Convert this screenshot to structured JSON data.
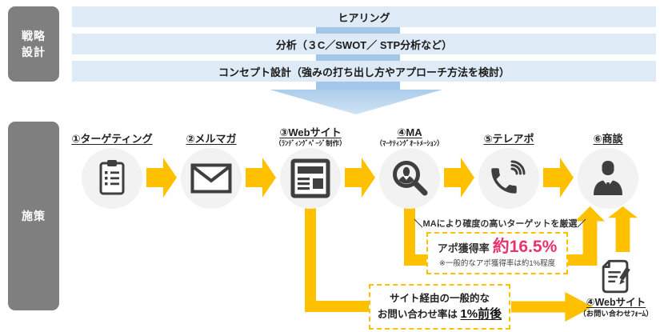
{
  "colors": {
    "accent_yellow": "#FFC000",
    "bar_blue": "#DEEBF7",
    "arrow_blue": "#A3C7E9",
    "side_gray": "#7F7F7F",
    "highlight_pink": "#E8336D",
    "icon_gray": "#3F3F3F",
    "circle_gray": "#F2F2F2"
  },
  "sidebar": {
    "strategy_top": "戦略",
    "strategy_bottom": "設計",
    "measures": "施策"
  },
  "strategy_bars": [
    {
      "label": "ヒアリング"
    },
    {
      "label": "分析（３C／SWOT／ STP分析など）"
    },
    {
      "label": "コンセプト設計（強みの打ち出し方やアプローチ方法を検討）"
    }
  ],
  "steps": [
    {
      "label": "①ターゲティング",
      "sub": "",
      "icon": "clipboard-icon"
    },
    {
      "label": "②メルマガ",
      "sub": "",
      "icon": "envelope-icon"
    },
    {
      "label": "③Webサイト",
      "sub": "（ﾗﾝﾃﾞｨﾝｸﾞﾍﾟｰｼﾞ制作）",
      "icon": "browser-icon"
    },
    {
      "label": "④MA",
      "sub": "（ﾏｰｹﾃｨﾝｸﾞｵｰﾄﾒｰｼｮﾝ）",
      "icon": "search-person-icon"
    },
    {
      "label": "⑤テレアポ",
      "sub": "",
      "icon": "phone-icon"
    },
    {
      "label": "⑥商談",
      "sub": "",
      "icon": "businessman-icon"
    }
  ],
  "annotations": {
    "ma_note": "＼MAにより確度の高いターゲットを厳選／",
    "appointment": {
      "prefix": "アポ獲得率",
      "rate": "約16.5%",
      "footnote": "※一般的なアポ獲得率は約1%程度"
    },
    "inquiry": {
      "line1": "サイト経由の一般的な",
      "line2_prefix": "お問い合わせ率は ",
      "line2_value": "1%前後"
    },
    "web_form": {
      "label": "④Webサイト",
      "sub": "（お問い合わせﾌｫｰﾑ）"
    }
  }
}
